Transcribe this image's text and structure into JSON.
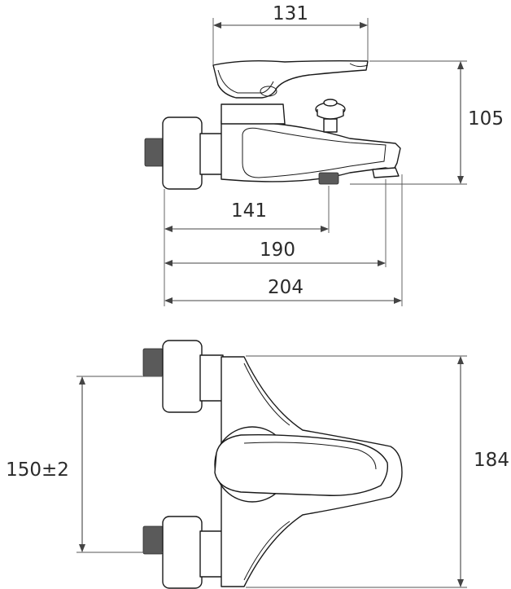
{
  "side_view": {
    "dim_handle_length": "131",
    "dim_height": "105",
    "dim_to_diverter": "141",
    "dim_to_aerator": "190",
    "dim_overall": "204"
  },
  "top_view": {
    "dim_centers": "150±2",
    "dim_width": "184"
  },
  "colors": {
    "line": "#1a1a1a",
    "dimension": "#444444",
    "thread": "#5a5a5a",
    "background": "#ffffff"
  }
}
